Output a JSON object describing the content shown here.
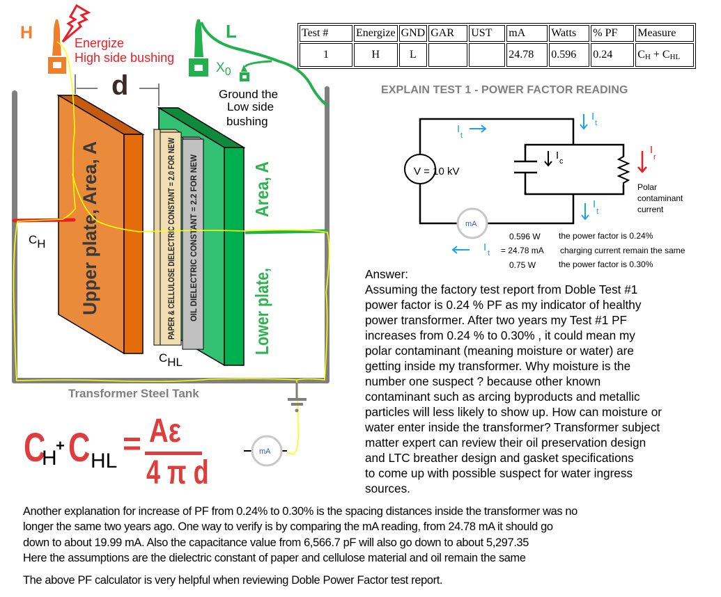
{
  "table": {
    "headers": [
      "Test #",
      "Energize",
      "GND",
      "GAR",
      "UST",
      "mA",
      "Watts",
      "% PF",
      "Measure"
    ],
    "rows": [
      {
        "test": "1",
        "energize": "H",
        "gnd": "L",
        "gar": "",
        "ust": "",
        "ma": "24.78",
        "watts": "0.596",
        "pf": "0.24",
        "measure": {
          "c1": "C",
          "s1": "H",
          "plus": " + ",
          "c2": "C",
          "s2": "HL"
        }
      }
    ]
  },
  "diagram": {
    "h_label": "H",
    "l_label": "L",
    "energize_line1": "Energize",
    "energize_line2": "High side bushing",
    "x0_main": "X",
    "x0_sub": "0",
    "ground_line1": "Ground the",
    "ground_line2": "Low side",
    "ground_line3": "bushing",
    "d_label": "d",
    "upper_plate_label": "Upper plate, Area, A",
    "paper_label": "PAPER  & CELLULOSE DIELECTRIC CONSTANT = 2.0 FOR NEW",
    "oil_label": "OIL DIELECTRIC CONSTANT = 2.2 FOR NEW",
    "lower_area_label": "Area, A",
    "lower_plate_label": "Lower plate,",
    "ch_main": "C",
    "ch_sub": "H",
    "chl_main": "C",
    "chl_sub": "HL",
    "tank_label": "Transformer Steel Tank",
    "meter_label": "mA",
    "formula": {
      "c1": "C",
      "s1": "H",
      "plus": "+",
      "c2": "C",
      "s2": "HL",
      "eq": "=",
      "num": "Aε",
      "den": "4 π d"
    }
  },
  "explain": {
    "title": "EXPLAIN TEST 1 - POWER FACTOR READING",
    "source": "V = 10 kV",
    "meter": "mA",
    "it_main": "I",
    "it_sub": "t",
    "ic_main": "I",
    "ic_sub": "c",
    "ir_main": "I",
    "ir_sub": "r",
    "polar_line1": "Polar",
    "polar_line2": "contaminant",
    "polar_line3": "current",
    "readings": [
      {
        "value": "0.596 W",
        "note": "the power factor is 0.24%"
      },
      {
        "value": "= 24.78 mA",
        "note": "charging current remain the same"
      },
      {
        "value": "0.75 W",
        "note": "the power factor is 0.30%"
      }
    ],
    "colors": {
      "current": "#1aa3e8",
      "resistive": "#ee1c24",
      "wire": "#000000"
    }
  },
  "answer": {
    "heading": "Answer:",
    "lines": [
      "Assuming the factory test report from Doble Test #1",
      "power factor is 0.24 % PF as my indicator of healthy",
      "power transformer. After two years my Test #1 PF",
      "increases from 0.24 % to 0.30% , it could mean my",
      "polar contaminant (meaning moisture or water) are",
      "getting inside my transformer. Why moisture is the",
      "number one suspect ? because other known",
      "contaminant such as arcing byproducts and metallic",
      "particles will less likely to show up. How can moisture or",
      "water enter inside the transformer? Transformer subject",
      "matter expert can review their oil preservation design",
      "and LTC breather design and gasket specifications",
      "to come up with possible suspect for water ingress",
      "sources."
    ]
  },
  "bottom": {
    "lines": [
      "Another explanation for increase of PF from 0.24% to 0.30% is the spacing distances inside the transformer was no",
      "longer the same two years ago. One way to verify is by comparing the mA reading, from 24.78 mA it should go",
      "down to about 19.99 mA. Also the capacitance value from 6,566.7 pF will also go down to about 5,297.35",
      "Here the assumptions are the dielectric constant of paper and cellulose material and oil remain the same"
    ],
    "final": "The above PF calculator is very helpful when reviewing Doble Power Factor test report."
  },
  "colors": {
    "orange": "#e98b3a",
    "orange_dark": "#e46c0a",
    "green": "#22b14c",
    "tank_gray": "#7f7f7f",
    "yellow_wire": "#ffff00",
    "red": "#ee1c24"
  }
}
